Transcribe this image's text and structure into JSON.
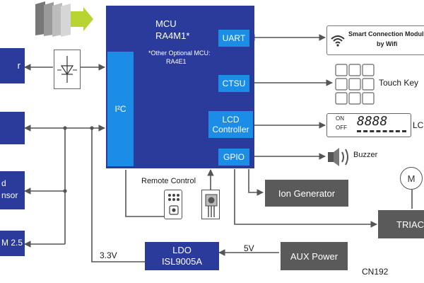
{
  "mcu": {
    "title": "MCU",
    "part": "RA4M1*",
    "note_line1": "*Other Optional MCU:",
    "note_line2": "RA4E1",
    "i2c": "I²C",
    "uart": "UART",
    "ctsu": "CTSU",
    "lcd_line1": "LCD",
    "lcd_line2": "Controller",
    "gpio": "GPIO"
  },
  "left_blocks": {
    "b1": "r",
    "b3_line1": "d",
    "b3_line2": "nsor",
    "b4": "M 2.5"
  },
  "right": {
    "smart_line1": "Smart Connection Modul",
    "smart_line2": "by Wifi",
    "touch": "Touch Key",
    "lcd_on": "ON",
    "lcd_off": "OFF",
    "lcd_digits": "8888",
    "lcd_label": "LC",
    "buzzer": "Buzzer",
    "motor": "M",
    "triac": "TRIAC",
    "ion": "Ion Generator"
  },
  "bottom": {
    "remote": "Remote Control",
    "ldo_line1": "LDO",
    "ldo_line2": "ISL9005A",
    "aux": "AUX Power",
    "v33": "3.3V",
    "v5": "5V",
    "cn": "CN192"
  }
}
